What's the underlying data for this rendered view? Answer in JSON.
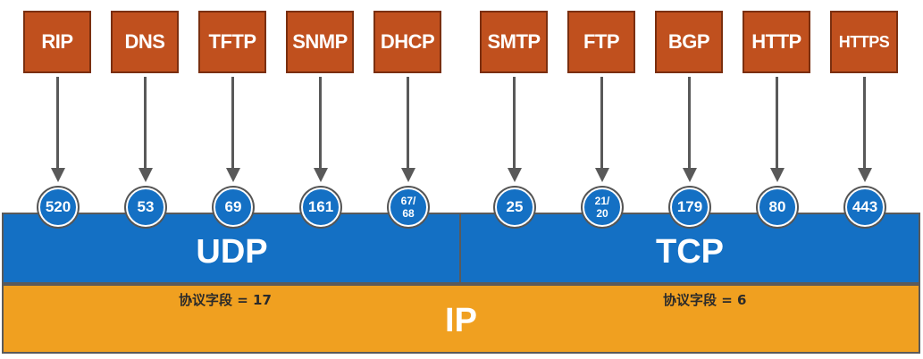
{
  "application_protocols": [
    {
      "name": "RIP",
      "port": "520"
    },
    {
      "name": "DNS",
      "port": "53"
    },
    {
      "name": "TFTP",
      "port": "69"
    },
    {
      "name": "SNMP",
      "port": "161"
    },
    {
      "name": "DHCP",
      "port": "67/\n68"
    },
    {
      "name": "SMTP",
      "port": "25"
    },
    {
      "name": "FTP",
      "port": "21/\n20"
    },
    {
      "name": "BGP",
      "port": "179"
    },
    {
      "name": "HTTP",
      "port": "80"
    },
    {
      "name": "HTTPS",
      "port": "443"
    }
  ],
  "transport": {
    "udp_label": "UDP",
    "tcp_label": "TCP"
  },
  "network": {
    "ip_label": "IP",
    "udp_protocol_field": "协议字段 = 17",
    "tcp_protocol_field": "协议字段 = 6"
  },
  "colors": {
    "app_box": "#c0501e",
    "transport": "#1470c4",
    "ip": "#f0a020"
  }
}
